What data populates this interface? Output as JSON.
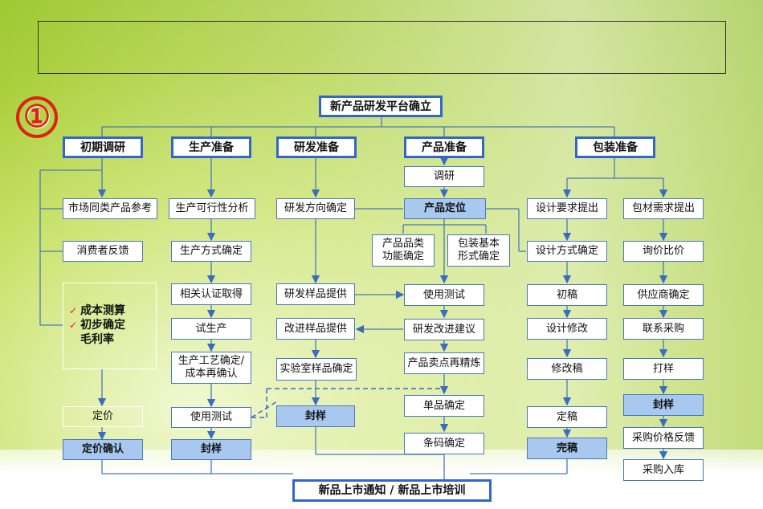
{
  "circle_number": "①",
  "top": "新产品研发平台确立",
  "bottom": "新品上市通知 / 新品上市培训",
  "col1": {
    "head": "初期调研",
    "items": [
      "市场同类产品参考",
      "消费者反馈"
    ],
    "bullets": [
      "成本测算",
      "初步确定",
      "毛利率"
    ],
    "price": "定价",
    "price_confirm": "定价确认"
  },
  "col2": {
    "head": "生产准备",
    "items": [
      "生产可行性分析",
      "生产方式确定",
      "相关认证取得",
      "试生产",
      "生产工艺确定/成本再确认",
      "使用测试"
    ],
    "final": "封样"
  },
  "col3": {
    "head": "研发准备",
    "items": [
      "研发方向确定",
      "研发样品提供",
      "改进样品提供",
      "实验室样品确定"
    ],
    "final": "封样"
  },
  "col4": {
    "head": "产品准备",
    "items": [
      "调研",
      "产品定位",
      "产品品类功能确定",
      "包装基本形式确定",
      "使用测试",
      "研发改进建议",
      "产品卖点再精炼",
      "单品确定",
      "条码确定"
    ]
  },
  "col5": {
    "head": "包装准备",
    "left": [
      "设计要求提出",
      "设计方式确定",
      "初稿",
      "设计修改",
      "修改稿",
      "定稿",
      "完稿"
    ],
    "right": [
      "包材需求提出",
      "询价比价",
      "供应商确定",
      "联系采购",
      "打样",
      "封样",
      "采购价格反馈",
      "采购入库"
    ]
  }
}
